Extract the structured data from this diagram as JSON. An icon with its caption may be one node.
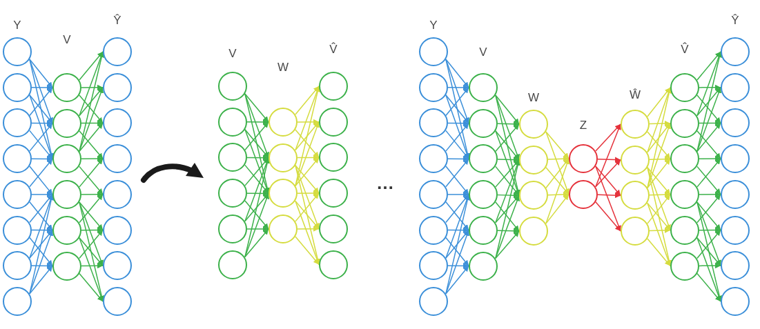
{
  "diagram": {
    "nodes": [
      {
        "text": [],
        "shape": "circle"
      },
      {
        "text": [],
        "shape": "circle"
      },
      {
        "text": [],
        "shape": "circle"
      },
      {
        "text": [],
        "shape": "circle"
      },
      {
        "text": [],
        "shape": "circle"
      },
      {
        "text": [],
        "shape": "circle"
      },
      {
        "text": [],
        "shape": "circle"
      },
      {
        "text": [],
        "shape": "circle"
      },
      {
        "text": [],
        "shape": "circle"
      },
      {
        "text": [],
        "shape": "circle"
      },
      {
        "text": [],
        "shape": "circle"
      },
      {
        "text": [],
        "shape": "circle"
      },
      {
        "text": [],
        "shape": "circle"
      },
      {
        "text": [],
        "shape": "circle"
      },
      {
        "text": [],
        "shape": "circle"
      },
      {
        "text": [],
        "shape": "circle"
      },
      {
        "text": [],
        "shape": "circle"
      },
      {
        "text": [],
        "shape": "circle"
      },
      {
        "text": [],
        "shape": "circle"
      },
      {
        "text": [],
        "shape": "circle"
      },
      {
        "text": [],
        "shape": "circle"
      },
      {
        "text": [],
        "shape": "circle"
      },
      {
        "text": [],
        "shape": "circle"
      },
      {
        "text": [],
        "shape": "circle"
      },
      {
        "text": [],
        "shape": "circle"
      },
      {
        "text": [],
        "shape": "circle"
      },
      {
        "text": [],
        "shape": "circle"
      },
      {
        "text": [],
        "shape": "circle"
      },
      {
        "text": [],
        "shape": "circle"
      },
      {
        "text": [],
        "shape": "circle"
      },
      {
        "text": [],
        "shape": "circle"
      },
      {
        "text": [],
        "shape": "circle"
      },
      {
        "text": [],
        "shape": "circle"
      },
      {
        "text": [],
        "shape": "circle"
      },
      {
        "text": [],
        "shape": "circle"
      },
      {
        "text": [],
        "shape": "circle"
      },
      {
        "text": [],
        "shape": "circle"
      },
      {
        "text": [],
        "shape": "circle"
      },
      {
        "text": [],
        "shape": "circle"
      },
      {
        "text": [],
        "shape": "circle"
      },
      {
        "text": [],
        "shape": "circle"
      },
      {
        "text": [],
        "shape": "circle"
      },
      {
        "text": [],
        "shape": "circle"
      },
      {
        "text": [],
        "shape": "circle"
      },
      {
        "text": [],
        "shape": "circle"
      },
      {
        "text": [],
        "shape": "circle"
      },
      {
        "text": [],
        "shape": "circle"
      },
      {
        "text": [],
        "shape": "circle"
      },
      {
        "text": [],
        "shape": "circle"
      },
      {
        "text": [],
        "shape": "circle"
      },
      {
        "text": [],
        "shape": "circle"
      },
      {
        "text": [],
        "shape": "circle"
      },
      {
        "text": [],
        "shape": "circle"
      },
      {
        "text": [],
        "shape": "circle"
      },
      {
        "text": [],
        "shape": "circle"
      },
      {
        "text": [],
        "shape": "circle"
      },
      {
        "text": [],
        "shape": "circle"
      },
      {
        "text": [],
        "shape": "circle"
      },
      {
        "text": [],
        "shape": "circle"
      },
      {
        "text": [],
        "shape": "circle"
      },
      {
        "text": [],
        "shape": "circle"
      },
      {
        "text": [],
        "shape": "circle"
      },
      {
        "text": [],
        "shape": "circle"
      },
      {
        "text": [],
        "shape": "circle"
      },
      {
        "text": [],
        "shape": "circle"
      },
      {
        "text": [],
        "shape": "circle"
      },
      {
        "text": [],
        "shape": "circle"
      },
      {
        "text": [],
        "shape": "circle"
      },
      {
        "text": [],
        "shape": "circle"
      },
      {
        "text": [],
        "shape": "circle"
      },
      {
        "text": [],
        "shape": "circle"
      },
      {
        "text": [],
        "shape": "circle"
      },
      {
        "text": [],
        "shape": "circle"
      },
      {
        "text": [],
        "shape": "circle"
      },
      {
        "text": [],
        "shape": "circle"
      },
      {
        "text": [],
        "shape": "circle"
      }
    ],
    "edges": [
      {
        "from": 0,
        "to": 8,
        "arrow": "to",
        "color": "#3b8fd9"
      },
      {
        "from": 0,
        "to": 9,
        "arrow": "to",
        "color": "#3b8fd9"
      },
      {
        "from": 0,
        "to": 10,
        "arrow": "to",
        "color": "#3b8fd9"
      },
      {
        "from": 1,
        "to": 8,
        "arrow": "to",
        "color": "#3b8fd9"
      },
      {
        "from": 1,
        "to": 9,
        "arrow": "to",
        "color": "#3b8fd9"
      },
      {
        "from": 1,
        "to": 10,
        "arrow": "to",
        "color": "#3b8fd9"
      },
      {
        "from": 2,
        "to": 8,
        "arrow": "to",
        "color": "#3b8fd9"
      },
      {
        "from": 2,
        "to": 9,
        "arrow": "to",
        "color": "#3b8fd9"
      },
      {
        "from": 2,
        "to": 10,
        "arrow": "to",
        "color": "#3b8fd9"
      },
      {
        "from": 3,
        "to": 9,
        "arrow": "to",
        "color": "#3b8fd9"
      },
      {
        "from": 3,
        "to": 10,
        "arrow": "to",
        "color": "#3b8fd9"
      },
      {
        "from": 3,
        "to": 11,
        "arrow": "to",
        "color": "#3b8fd9"
      },
      {
        "from": 4,
        "to": 10,
        "arrow": "to",
        "color": "#3b8fd9"
      },
      {
        "from": 4,
        "to": 11,
        "arrow": "to",
        "color": "#3b8fd9"
      },
      {
        "from": 4,
        "to": 12,
        "arrow": "to",
        "color": "#3b8fd9"
      },
      {
        "from": 5,
        "to": 11,
        "arrow": "to",
        "color": "#3b8fd9"
      },
      {
        "from": 5,
        "to": 12,
        "arrow": "to",
        "color": "#3b8fd9"
      },
      {
        "from": 5,
        "to": 13,
        "arrow": "to",
        "color": "#3b8fd9"
      },
      {
        "from": 6,
        "to": 11,
        "arrow": "to",
        "color": "#3b8fd9"
      },
      {
        "from": 6,
        "to": 12,
        "arrow": "to",
        "color": "#3b8fd9"
      },
      {
        "from": 6,
        "to": 13,
        "arrow": "to",
        "color": "#3b8fd9"
      },
      {
        "from": 7,
        "to": 11,
        "arrow": "to",
        "color": "#3b8fd9"
      },
      {
        "from": 7,
        "to": 12,
        "arrow": "to",
        "color": "#3b8fd9"
      },
      {
        "from": 7,
        "to": 13,
        "arrow": "to",
        "color": "#3b8fd9"
      },
      {
        "from": 8,
        "to": 14,
        "arrow": "to"
      },
      {
        "from": 9,
        "to": 14,
        "arrow": "to"
      },
      {
        "from": 10,
        "to": 14,
        "arrow": "to"
      },
      {
        "from": 8,
        "to": 15,
        "arrow": "to"
      },
      {
        "from": 9,
        "to": 15,
        "arrow": "to"
      },
      {
        "from": 10,
        "to": 15,
        "arrow": "to"
      },
      {
        "from": 8,
        "to": 16,
        "arrow": "to"
      },
      {
        "from": 9,
        "to": 16,
        "arrow": "to"
      },
      {
        "from": 10,
        "to": 16,
        "arrow": "to"
      },
      {
        "from": 9,
        "to": 17,
        "arrow": "to"
      },
      {
        "from": 10,
        "to": 17,
        "arrow": "to"
      },
      {
        "from": 11,
        "to": 17,
        "arrow": "to"
      },
      {
        "from": 10,
        "to": 18,
        "arrow": "to"
      },
      {
        "from": 11,
        "to": 18,
        "arrow": "to"
      },
      {
        "from": 12,
        "to": 18,
        "arrow": "to"
      },
      {
        "from": 11,
        "to": 19,
        "arrow": "to"
      },
      {
        "from": 12,
        "to": 19,
        "arrow": "to"
      },
      {
        "from": 13,
        "to": 19,
        "arrow": "to"
      },
      {
        "from": 11,
        "to": 20,
        "arrow": "to"
      },
      {
        "from": 12,
        "to": 20,
        "arrow": "to"
      },
      {
        "from": 13,
        "to": 20,
        "arrow": "to"
      },
      {
        "from": 11,
        "to": 21,
        "arrow": "to"
      },
      {
        "from": 12,
        "to": 21,
        "arrow": "to"
      },
      {
        "from": 13,
        "to": 21,
        "arrow": "to"
      },
      {
        "from": 22,
        "to": 28,
        "arrow": "to"
      },
      {
        "from": 22,
        "to": 29,
        "arrow": "to"
      },
      {
        "from": 22,
        "to": 30,
        "arrow": "to"
      },
      {
        "from": 23,
        "to": 28,
        "arrow": "to"
      },
      {
        "from": 23,
        "to": 29,
        "arrow": "to"
      },
      {
        "from": 23,
        "to": 30,
        "arrow": "to"
      },
      {
        "from": 24,
        "to": 28,
        "arrow": "to"
      },
      {
        "from": 24,
        "to": 29,
        "arrow": "to"
      },
      {
        "from": 24,
        "to": 30,
        "arrow": "to"
      },
      {
        "from": 25,
        "to": 29,
        "arrow": "to"
      },
      {
        "from": 25,
        "to": 30,
        "arrow": "to"
      },
      {
        "from": 25,
        "to": 31,
        "arrow": "to"
      },
      {
        "from": 26,
        "to": 29,
        "arrow": "to"
      },
      {
        "from": 26,
        "to": 30,
        "arrow": "to"
      },
      {
        "from": 26,
        "to": 31,
        "arrow": "to"
      },
      {
        "from": 27,
        "to": 29,
        "arrow": "to"
      },
      {
        "from": 27,
        "to": 30,
        "arrow": "to"
      },
      {
        "from": 27,
        "to": 31,
        "arrow": "to"
      },
      {
        "from": 28,
        "to": 32,
        "arrow": "to",
        "color": "#d5dc3f"
      },
      {
        "from": 29,
        "to": 32,
        "arrow": "to",
        "color": "#d5dc3f"
      },
      {
        "from": 30,
        "to": 32,
        "arrow": "to",
        "color": "#d5dc3f"
      },
      {
        "from": 28,
        "to": 33,
        "arrow": "to",
        "color": "#d5dc3f"
      },
      {
        "from": 29,
        "to": 33,
        "arrow": "to",
        "color": "#d5dc3f"
      },
      {
        "from": 30,
        "to": 33,
        "arrow": "to",
        "color": "#d5dc3f"
      },
      {
        "from": 28,
        "to": 34,
        "arrow": "to",
        "color": "#d5dc3f"
      },
      {
        "from": 29,
        "to": 34,
        "arrow": "to",
        "color": "#d5dc3f"
      },
      {
        "from": 30,
        "to": 34,
        "arrow": "to",
        "color": "#d5dc3f"
      },
      {
        "from": 29,
        "to": 35,
        "arrow": "to",
        "color": "#d5dc3f"
      },
      {
        "from": 30,
        "to": 35,
        "arrow": "to",
        "color": "#d5dc3f"
      },
      {
        "from": 31,
        "to": 35,
        "arrow": "to",
        "color": "#d5dc3f"
      },
      {
        "from": 29,
        "to": 36,
        "arrow": "to",
        "color": "#d5dc3f"
      },
      {
        "from": 30,
        "to": 36,
        "arrow": "to",
        "color": "#d5dc3f"
      },
      {
        "from": 31,
        "to": 36,
        "arrow": "to",
        "color": "#d5dc3f"
      },
      {
        "from": 29,
        "to": 37,
        "arrow": "to",
        "color": "#d5dc3f"
      },
      {
        "from": 30,
        "to": 37,
        "arrow": "to",
        "color": "#d5dc3f"
      },
      {
        "from": 31,
        "to": 37,
        "arrow": "to",
        "color": "#d5dc3f"
      },
      {
        "from": 38,
        "to": 46,
        "arrow": "to",
        "color": "#3b8fd9"
      },
      {
        "from": 38,
        "to": 47,
        "arrow": "to",
        "color": "#3b8fd9"
      },
      {
        "from": 38,
        "to": 48,
        "arrow": "to",
        "color": "#3b8fd9"
      },
      {
        "from": 39,
        "to": 46,
        "arrow": "to",
        "color": "#3b8fd9"
      },
      {
        "from": 39,
        "to": 47,
        "arrow": "to",
        "color": "#3b8fd9"
      },
      {
        "from": 39,
        "to": 48,
        "arrow": "to",
        "color": "#3b8fd9"
      },
      {
        "from": 40,
        "to": 46,
        "arrow": "to",
        "color": "#3b8fd9"
      },
      {
        "from": 40,
        "to": 47,
        "arrow": "to",
        "color": "#3b8fd9"
      },
      {
        "from": 40,
        "to": 48,
        "arrow": "to",
        "color": "#3b8fd9"
      },
      {
        "from": 41,
        "to": 47,
        "arrow": "to",
        "color": "#3b8fd9"
      },
      {
        "from": 41,
        "to": 48,
        "arrow": "to",
        "color": "#3b8fd9"
      },
      {
        "from": 41,
        "to": 49,
        "arrow": "to",
        "color": "#3b8fd9"
      },
      {
        "from": 42,
        "to": 48,
        "arrow": "to",
        "color": "#3b8fd9"
      },
      {
        "from": 42,
        "to": 49,
        "arrow": "to",
        "color": "#3b8fd9"
      },
      {
        "from": 42,
        "to": 50,
        "arrow": "to",
        "color": "#3b8fd9"
      },
      {
        "from": 43,
        "to": 49,
        "arrow": "to",
        "color": "#3b8fd9"
      },
      {
        "from": 43,
        "to": 50,
        "arrow": "to",
        "color": "#3b8fd9"
      },
      {
        "from": 43,
        "to": 51,
        "arrow": "to",
        "color": "#3b8fd9"
      },
      {
        "from": 44,
        "to": 49,
        "arrow": "to",
        "color": "#3b8fd9"
      },
      {
        "from": 44,
        "to": 50,
        "arrow": "to",
        "color": "#3b8fd9"
      },
      {
        "from": 44,
        "to": 51,
        "arrow": "to",
        "color": "#3b8fd9"
      },
      {
        "from": 45,
        "to": 49,
        "arrow": "to",
        "color": "#3b8fd9"
      },
      {
        "from": 45,
        "to": 50,
        "arrow": "to",
        "color": "#3b8fd9"
      },
      {
        "from": 45,
        "to": 51,
        "arrow": "to",
        "color": "#3b8fd9"
      },
      {
        "from": 46,
        "to": 52,
        "arrow": "to"
      },
      {
        "from": 46,
        "to": 53,
        "arrow": "to"
      },
      {
        "from": 46,
        "to": 54,
        "arrow": "to"
      },
      {
        "from": 47,
        "to": 52,
        "arrow": "to"
      },
      {
        "from": 47,
        "to": 53,
        "arrow": "to"
      },
      {
        "from": 47,
        "to": 54,
        "arrow": "to"
      },
      {
        "from": 48,
        "to": 52,
        "arrow": "to"
      },
      {
        "from": 48,
        "to": 53,
        "arrow": "to"
      },
      {
        "from": 48,
        "to": 54,
        "arrow": "to"
      },
      {
        "from": 49,
        "to": 53,
        "arrow": "to"
      },
      {
        "from": 49,
        "to": 54,
        "arrow": "to"
      },
      {
        "from": 49,
        "to": 55,
        "arrow": "to"
      },
      {
        "from": 50,
        "to": 53,
        "arrow": "to"
      },
      {
        "from": 50,
        "to": 54,
        "arrow": "to"
      },
      {
        "from": 50,
        "to": 55,
        "arrow": "to"
      },
      {
        "from": 51,
        "to": 53,
        "arrow": "to"
      },
      {
        "from": 51,
        "to": 54,
        "arrow": "to"
      },
      {
        "from": 51,
        "to": 55,
        "arrow": "to"
      },
      {
        "from": 52,
        "to": 56,
        "arrow": "to",
        "color": "#d5dc3f"
      },
      {
        "from": 52,
        "to": 57,
        "arrow": "to",
        "color": "#d5dc3f"
      },
      {
        "from": 53,
        "to": 56,
        "arrow": "to",
        "color": "#d5dc3f"
      },
      {
        "from": 53,
        "to": 57,
        "arrow": "to",
        "color": "#d5dc3f"
      },
      {
        "from": 54,
        "to": 56,
        "arrow": "to",
        "color": "#d5dc3f"
      },
      {
        "from": 54,
        "to": 57,
        "arrow": "to",
        "color": "#d5dc3f"
      },
      {
        "from": 55,
        "to": 56,
        "arrow": "to",
        "color": "#d5dc3f"
      },
      {
        "from": 55,
        "to": 57,
        "arrow": "to",
        "color": "#d5dc3f"
      },
      {
        "from": 56,
        "to": 58,
        "arrow": "to",
        "color": "#e5323b"
      },
      {
        "from": 56,
        "to": 59,
        "arrow": "to",
        "color": "#e5323b"
      },
      {
        "from": 56,
        "to": 60,
        "arrow": "to",
        "color": "#e5323b"
      },
      {
        "from": 56,
        "to": 61,
        "arrow": "to",
        "color": "#e5323b"
      },
      {
        "from": 57,
        "to": 58,
        "arrow": "to",
        "color": "#e5323b"
      },
      {
        "from": 57,
        "to": 59,
        "arrow": "to",
        "color": "#e5323b"
      },
      {
        "from": 57,
        "to": 60,
        "arrow": "to",
        "color": "#e5323b"
      },
      {
        "from": 57,
        "to": 61,
        "arrow": "to",
        "color": "#e5323b"
      },
      {
        "from": 58,
        "to": 62,
        "arrow": "to",
        "color": "#d5dc3f"
      },
      {
        "from": 59,
        "to": 62,
        "arrow": "to",
        "color": "#d5dc3f"
      },
      {
        "from": 60,
        "to": 62,
        "arrow": "to",
        "color": "#d5dc3f"
      },
      {
        "from": 58,
        "to": 63,
        "arrow": "to",
        "color": "#d5dc3f"
      },
      {
        "from": 59,
        "to": 63,
        "arrow": "to",
        "color": "#d5dc3f"
      },
      {
        "from": 60,
        "to": 63,
        "arrow": "to",
        "color": "#d5dc3f"
      },
      {
        "from": 58,
        "to": 64,
        "arrow": "to",
        "color": "#d5dc3f"
      },
      {
        "from": 59,
        "to": 64,
        "arrow": "to",
        "color": "#d5dc3f"
      },
      {
        "from": 60,
        "to": 64,
        "arrow": "to",
        "color": "#d5dc3f"
      },
      {
        "from": 59,
        "to": 65,
        "arrow": "to",
        "color": "#d5dc3f"
      },
      {
        "from": 60,
        "to": 65,
        "arrow": "to",
        "color": "#d5dc3f"
      },
      {
        "from": 61,
        "to": 65,
        "arrow": "to",
        "color": "#d5dc3f"
      },
      {
        "from": 59,
        "to": 66,
        "arrow": "to",
        "color": "#d5dc3f"
      },
      {
        "from": 60,
        "to": 66,
        "arrow": "to",
        "color": "#d5dc3f"
      },
      {
        "from": 61,
        "to": 66,
        "arrow": "to",
        "color": "#d5dc3f"
      },
      {
        "from": 59,
        "to": 67,
        "arrow": "to",
        "color": "#d5dc3f"
      },
      {
        "from": 60,
        "to": 67,
        "arrow": "to",
        "color": "#d5dc3f"
      },
      {
        "from": 61,
        "to": 67,
        "arrow": "to",
        "color": "#d5dc3f"
      },
      {
        "from": 62,
        "to": 68,
        "arrow": "to"
      },
      {
        "from": 63,
        "to": 68,
        "arrow": "to"
      },
      {
        "from": 64,
        "to": 68,
        "arrow": "to"
      },
      {
        "from": 62,
        "to": 69,
        "arrow": "to"
      },
      {
        "from": 63,
        "to": 69,
        "arrow": "to"
      },
      {
        "from": 64,
        "to": 69,
        "arrow": "to"
      },
      {
        "from": 62,
        "to": 70,
        "arrow": "to"
      },
      {
        "from": 63,
        "to": 70,
        "arrow": "to"
      },
      {
        "from": 64,
        "to": 70,
        "arrow": "to"
      },
      {
        "from": 63,
        "to": 71,
        "arrow": "to"
      },
      {
        "from": 64,
        "to": 71,
        "arrow": "to"
      },
      {
        "from": 65,
        "to": 71,
        "arrow": "to"
      },
      {
        "from": 64,
        "to": 72,
        "arrow": "to"
      },
      {
        "from": 65,
        "to": 72,
        "arrow": "to"
      },
      {
        "from": 66,
        "to": 72,
        "arrow": "to"
      },
      {
        "from": 65,
        "to": 73,
        "arrow": "to"
      },
      {
        "from": 66,
        "to": 73,
        "arrow": "to"
      },
      {
        "from": 67,
        "to": 73,
        "arrow": "to"
      },
      {
        "from": 65,
        "to": 74,
        "arrow": "to"
      },
      {
        "from": 66,
        "to": 74,
        "arrow": "to"
      },
      {
        "from": 67,
        "to": 74,
        "arrow": "to"
      },
      {
        "from": 65,
        "to": 75,
        "arrow": "to"
      },
      {
        "from": 66,
        "to": 75,
        "arrow": "to"
      },
      {
        "from": 67,
        "to": 75,
        "arrow": "to"
      }
    ],
    "labels": [
      "Y",
      "V",
      "Ŷ",
      "V",
      "W",
      "V̂",
      "…",
      "Y",
      "V",
      "W",
      "Z",
      "Ŵ",
      "V̂",
      "Ŷ"
    ]
  }
}
